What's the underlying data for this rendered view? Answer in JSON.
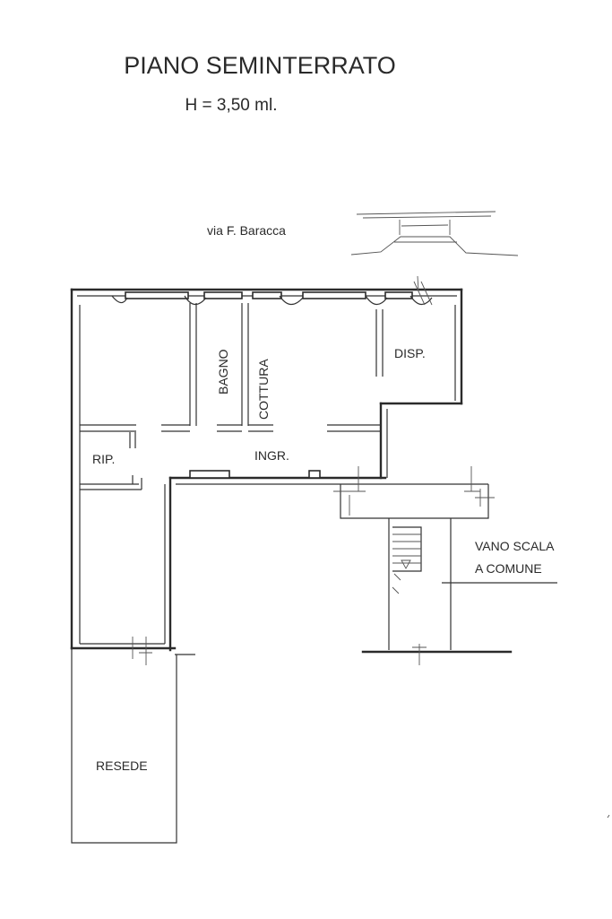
{
  "title": "PIANO SEMINTERRATO",
  "subtitle": "H = 3,50 ml.",
  "street": "via F. Baracca",
  "rooms": {
    "bagno": "BAGNO",
    "cottura": "COTTURA",
    "disp": "DISP.",
    "rip": "RIP.",
    "ingr": "INGR.",
    "vano_scala_1": "VANO SCALA",
    "vano_scala_2": "A COMUNE",
    "resede": "RESEDE"
  }
}
